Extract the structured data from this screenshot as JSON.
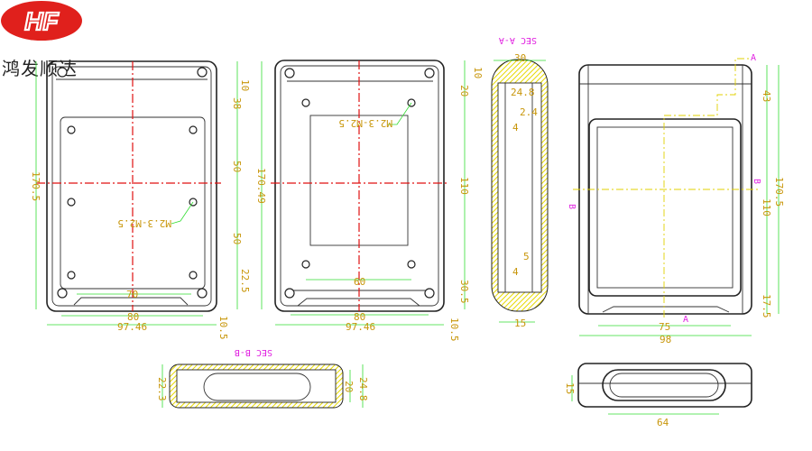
{
  "brand": {
    "logo_text": "HF",
    "name": "鸿发顺达",
    "logo_color": "#e0201c"
  },
  "views": {
    "back_lid": {
      "dims": {
        "d1": "10",
        "d2": "38",
        "d3": "50",
        "d4": "50",
        "d5": "22.5",
        "height_left": "170.5",
        "inner_70": "70",
        "width_80": "80",
        "width_total": "97.46",
        "depth": "10.5"
      },
      "callout": "M2.3-M2.5"
    },
    "inner_view": {
      "dims": {
        "d1": "10",
        "d2": "20",
        "d3": "110",
        "d4": "30.5",
        "height_left": "170.49",
        "inner_60": "60",
        "width_80": "80",
        "width_total": "97.46",
        "depth": "10.5"
      },
      "callout": "M2.3-M2.5"
    },
    "section_aa": {
      "title": "SEC A-A",
      "dims": {
        "width": "30",
        "d1": "24.8",
        "d2": "2.4",
        "d3": "4",
        "d4": "5",
        "d5": "4",
        "bottom": "15"
      }
    },
    "front_view": {
      "dims": {
        "d1": "43",
        "d2": "110",
        "d3": "17.5",
        "height": "170.5",
        "inner_width": "75",
        "width": "98"
      },
      "markers": {
        "a": "A",
        "b": "B"
      }
    },
    "section_bb": {
      "title": "SEC B-B",
      "dims": {
        "left": "22.3",
        "right_outer": "24.8",
        "right_inner": "20"
      }
    },
    "bottom_view": {
      "dims": {
        "height": "15",
        "width": "64"
      }
    }
  },
  "colors": {
    "dimension": "#c8960a",
    "dim_line": "#33dd33",
    "centerline": "#e01010",
    "section": "#e020e0"
  }
}
